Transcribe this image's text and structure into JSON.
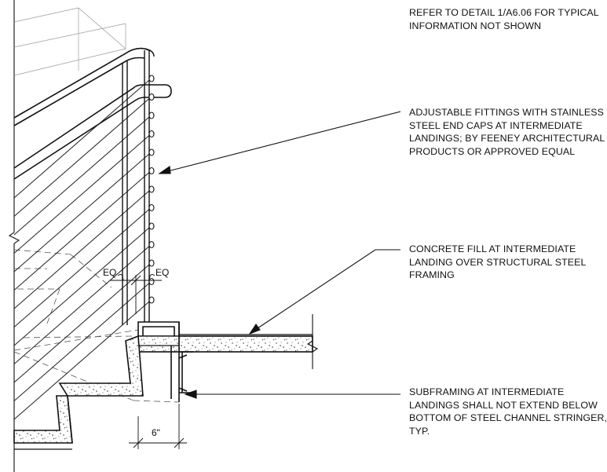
{
  "notes": {
    "refer": [
      "REFER TO DETAIL 1/A6.06 FOR TYPICAL",
      "INFORMATION NOT SHOWN"
    ],
    "fittings": [
      "ADJUSTABLE FITTINGS WITH STAINLESS",
      "STEEL END CAPS AT INTERMEDIATE",
      "LANDINGS; BY FEENEY ARCHITECTURAL",
      "PRODUCTS OR APPROVED EQUAL"
    ],
    "concrete": [
      "CONCRETE FILL AT INTERMEDIATE",
      "LANDING OVER STRUCTURAL STEEL",
      "FRAMING"
    ],
    "subframing": [
      "SUBFRAMING AT INTERMEDIATE",
      "LANDINGS SHALL NOT EXTEND BELOW",
      "BOTTOM OF STEEL CHANNEL STRINGER,",
      "TYP."
    ]
  },
  "dimensions": {
    "eq_left": "EQ",
    "eq_right": "EQ",
    "width": "6\""
  }
}
